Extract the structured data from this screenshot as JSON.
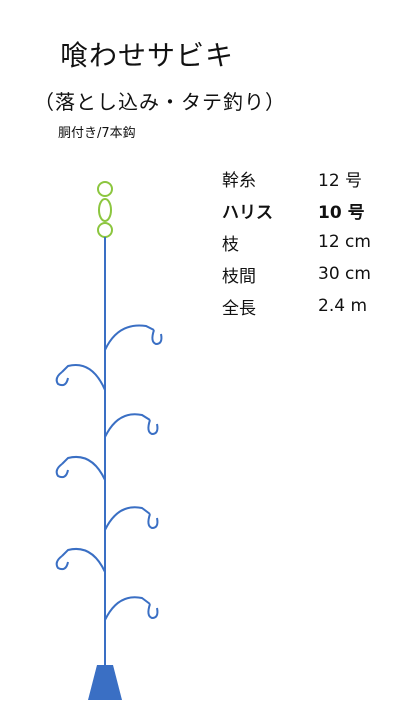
{
  "title": "喰わせサビキ",
  "subtitle": "（落とし込み・タテ釣り）",
  "note": "胴付き/7本鈎",
  "specs": [
    {
      "label": "幹糸",
      "value": "12 号",
      "bold": false
    },
    {
      "label": "ハリス",
      "value": "10 号",
      "bold": true
    },
    {
      "label": "枝",
      "value": "12 cm",
      "bold": false
    },
    {
      "label": "枝間",
      "value": "30 cm",
      "bold": false
    },
    {
      "label": "全長",
      "value": "2.4 m",
      "bold": false
    }
  ],
  "colors": {
    "main_line": "#3a6fc4",
    "swivel": "#8cc63f",
    "hook_branch": "#3a6fc4",
    "sinker": "#3a6fc4"
  }
}
